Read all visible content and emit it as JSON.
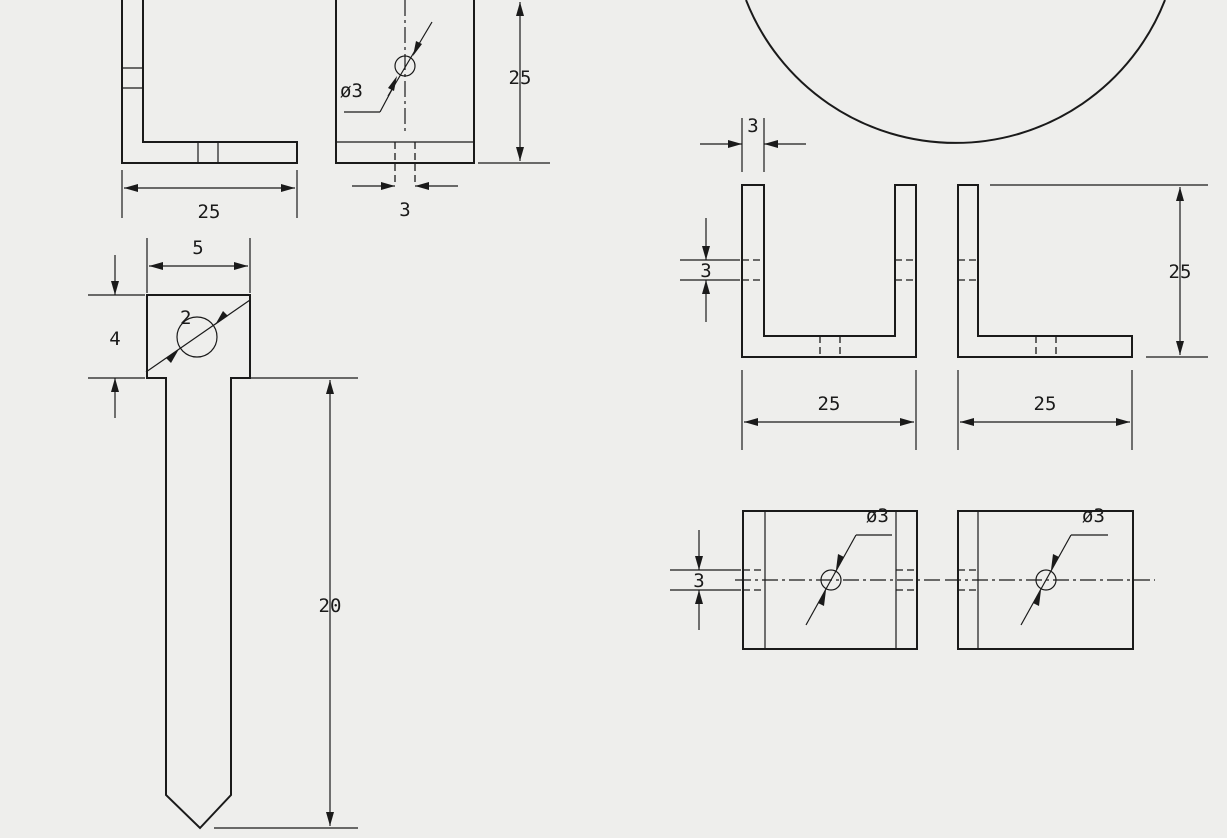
{
  "colors": {
    "paper": "#eeeeec",
    "ink": "#1a1a1a"
  },
  "views": {
    "bracket_side_top": {
      "width": "25"
    },
    "bracket_front_top": {
      "height": "25",
      "thickness": "3",
      "hole": "ø3"
    },
    "pin": {
      "head_width": "5",
      "head_height": "4",
      "hole": "2",
      "length": "20"
    },
    "u_bracket_front": {
      "thickness": "3",
      "hole_offset": "3",
      "width": "25"
    },
    "l_bracket_front": {
      "height": "25",
      "width": "25"
    },
    "u_bracket_top": {
      "hole": "ø3",
      "hole_offset": "3"
    },
    "l_bracket_top": {
      "hole": "ø3"
    }
  }
}
